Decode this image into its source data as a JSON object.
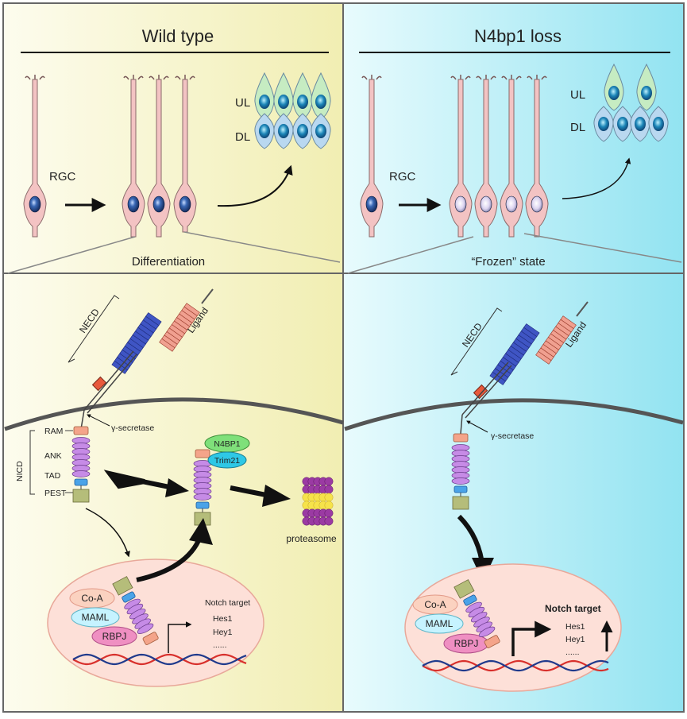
{
  "panels": {
    "wild_type": {
      "title": "Wild type",
      "rgc": "RGC",
      "ul": "UL",
      "dl": "DL",
      "caption": "Differentiation"
    },
    "loss": {
      "title": "N4bp1 loss",
      "rgc": "RGC",
      "ul": "UL",
      "dl": "DL",
      "caption": "“Frozen” state"
    }
  },
  "notch_wt": {
    "necd": "NECD",
    "ligand": "Ligand",
    "secretase": "γ-secretase",
    "nicd": "NICD",
    "domains": [
      "RAM",
      "ANK",
      "TAD",
      "PEST"
    ],
    "n4bp1": "N4BP1",
    "trim21": "Trim21",
    "proteasome": "proteasome",
    "coa": "Co-A",
    "maml": "MAML",
    "rbpj": "RBPJ",
    "target_title": "Notch target",
    "targets": [
      "Hes1",
      "Hey1",
      "......"
    ]
  },
  "notch_loss": {
    "necd": "NECD",
    "ligand": "Ligand",
    "secretase": "γ-secretase",
    "coa": "Co-A",
    "maml": "MAML",
    "rbpj": "RBPJ",
    "target_title": "Notch target",
    "targets": [
      "Hes1",
      "Hey1",
      "......"
    ]
  },
  "colors": {
    "wt_bg": "#f4f2c4",
    "loss_bg": "#c4eef5",
    "cell": "#f3c3c3",
    "nucleus_dark": "#1e3f7a",
    "ul_cell": "#c6ecc2",
    "dl_cell": "#b9d8f0",
    "ank": "#c68be6",
    "ram": "#f4a48a",
    "tad": "#4aa3e8",
    "pest": "#b5bd7a",
    "egf": "#3f55c4",
    "ligand": "#f0a090"
  }
}
